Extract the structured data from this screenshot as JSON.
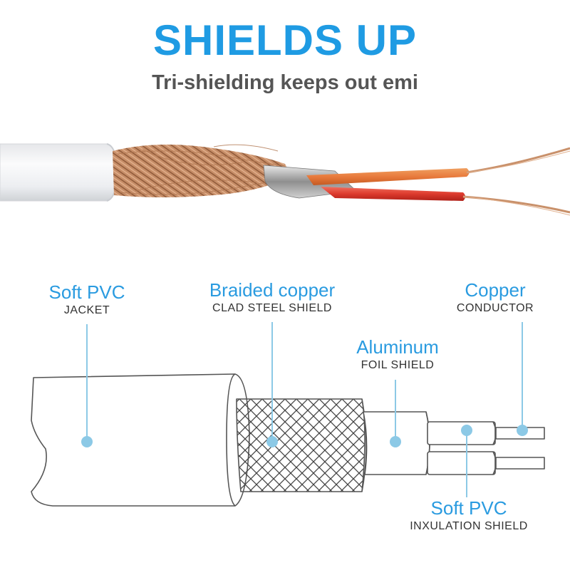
{
  "header": {
    "title": "SHIELDS UP",
    "subtitle": "Tri-shielding keeps out emi"
  },
  "labels": {
    "jacket": {
      "name": "Soft PVC",
      "desc": "JACKET"
    },
    "braid": {
      "name": "Braided copper",
      "desc": "CLAD STEEL SHIELD"
    },
    "foil": {
      "name": "Aluminum",
      "desc": "FOIL SHIELD"
    },
    "conductor": {
      "name": "Copper",
      "desc": "CONDUCTOR"
    },
    "insulation": {
      "name": "Soft PVC",
      "desc": "INXULATION SHIELD"
    }
  },
  "colors": {
    "accent": "#1f9be3",
    "leader": "#8cc9e6",
    "outline": "#555555",
    "copper": "#c48a63",
    "orange_wire": "#e87a3c",
    "red_wire": "#dd3b2e",
    "jacket_white": "#f3f4f6"
  }
}
